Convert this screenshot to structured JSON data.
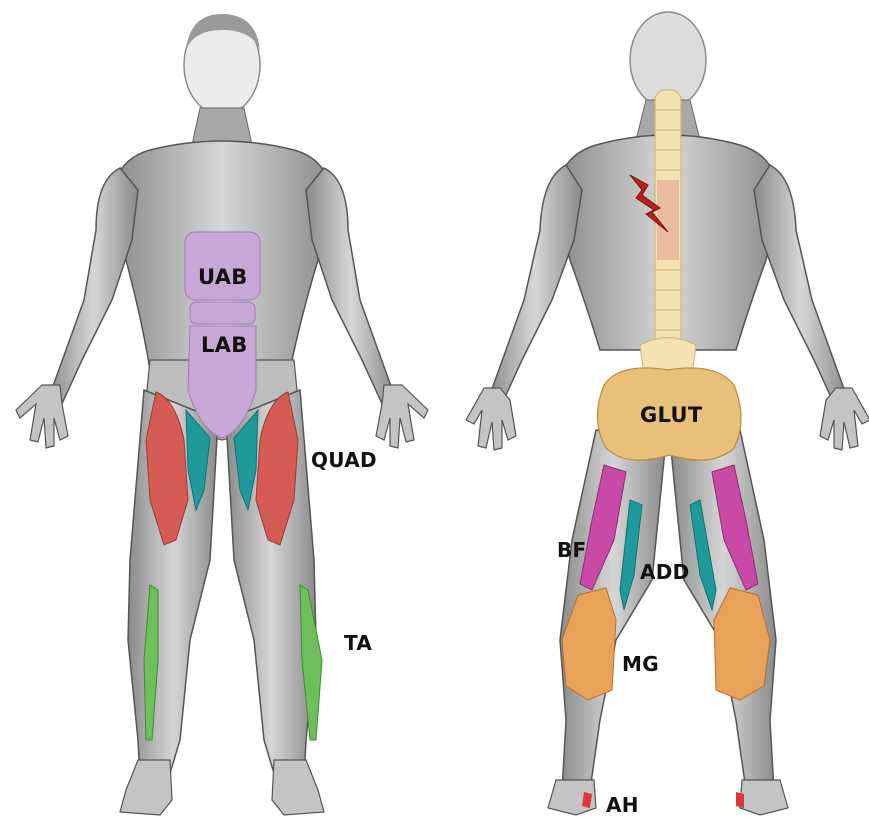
{
  "figure": {
    "colors": {
      "skin": "#c9c9c9",
      "skin_dark": "#7a7a7a",
      "outline": "#4a4a4a",
      "abs": "#c8a7d6",
      "quad": "#d45c55",
      "adductor": "#1f9a9a",
      "tibialis": "#6cbf5a",
      "glute": "#e8c07a",
      "biceps_femoris": "#c94aa6",
      "gastrocnemius": "#e8a25a",
      "achilles": "#d93b30",
      "spine": "#f4e2b0",
      "pain": "#b5231d"
    },
    "labels": {
      "uab": "UAB",
      "lab": "LAB",
      "quad": "QUAD",
      "ta": "TA",
      "glut": "GLUT",
      "bf": "BF",
      "add": "ADD",
      "mg": "MG",
      "ah": "AH"
    }
  }
}
